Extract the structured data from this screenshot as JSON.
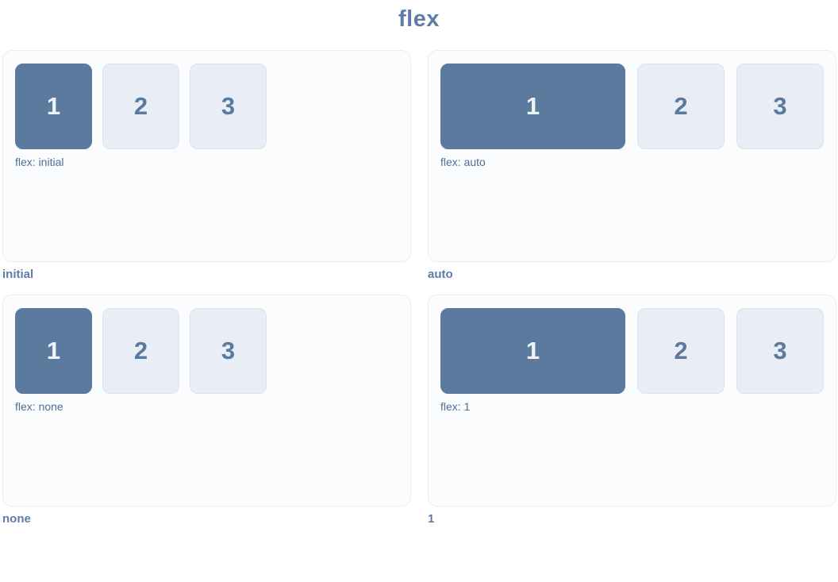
{
  "page": {
    "title": "flex"
  },
  "colors": {
    "accent": "#5b7a9e",
    "box_active_bg": "#5b7a9e",
    "box_active_text": "#eef2f9",
    "box_bg": "#e9edf6",
    "box_border": "#dde3ef",
    "panel_bg": "#fbfcfe",
    "panel_border": "#e8ecf5",
    "flex_label_text": "#4d6e99",
    "caption_text": "#5d7ca6"
  },
  "panels": [
    {
      "caption": "initial",
      "flex_label": "flex: initial",
      "behavior": "fixed",
      "boxes": [
        "1",
        "2",
        "3"
      ]
    },
    {
      "caption": "auto",
      "flex_label": "flex: auto",
      "behavior": "grow",
      "boxes": [
        "1",
        "2",
        "3"
      ]
    },
    {
      "caption": "none",
      "flex_label": "flex: none",
      "behavior": "fixed",
      "boxes": [
        "1",
        "2",
        "3"
      ]
    },
    {
      "caption": "1",
      "flex_label": "flex: 1",
      "behavior": "grow",
      "boxes": [
        "1",
        "2",
        "3"
      ]
    }
  ]
}
